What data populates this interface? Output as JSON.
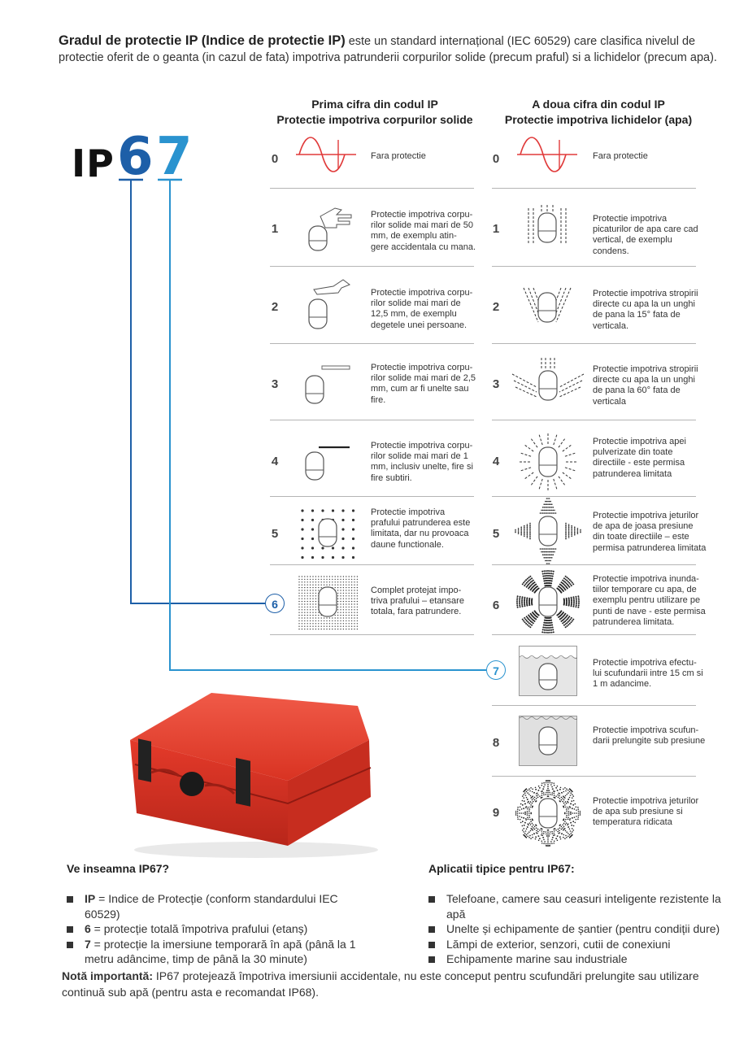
{
  "intro": {
    "bold": "Gradul de protectie IP (Indice de protectie IP)",
    "text": " este un standard internațional (IEC 60529) care clasifica nivelul de protectie oferit de o geanta (in cazul de fata) impotriva patrunderii corpurilor solide (precum praful) si a lichidelor (precum apa)."
  },
  "logo": {
    "prefix": "IP",
    "first_digit": "6",
    "second_digit": "7",
    "colors": {
      "first": "#1d5fa8",
      "second": "#2a93cf"
    }
  },
  "first_column": {
    "title1": "Prima cifra din codul IP",
    "title2": "Protectie impotriva corpurilor solide",
    "rows": [
      {
        "num": "0",
        "text": "Fara protectie"
      },
      {
        "num": "1",
        "text": "Protectie impotriva corpu- rilor solide mai mari de 50 mm, de exemplu atin- gere accidentala cu mana."
      },
      {
        "num": "2",
        "text": "Protectie impotriva corpu- rilor solide mai mari de 12,5 mm, de exemplu degetele unei persoane."
      },
      {
        "num": "3",
        "text": "Protectie impotriva corpu- rilor solide mai mari de 2,5 mm, cum ar fi unelte sau fire."
      },
      {
        "num": "4",
        "text": "Protectie impotriva corpu- rilor solide mai mari de 1 mm, inclusiv unelte, fire si fire subtiri."
      },
      {
        "num": "5",
        "text": "Protectie impotriva prafului patrunderea este limitata, dar nu provoaca daune functionale."
      },
      {
        "num": "6",
        "text": "Complet protejat impo- triva prafului – etansare totala, fara patrundere."
      }
    ]
  },
  "second_column": {
    "title1": "A doua cifra din codul IP",
    "title2": "Protectie impotriva lichidelor (apa)",
    "rows": [
      {
        "num": "0",
        "text": "Fara protectie"
      },
      {
        "num": "1",
        "text": "Protectie impotriva picaturilor de apa care cad vertical, de exemplu condens."
      },
      {
        "num": "2",
        "text": "Protectie impotriva stropirii directe cu apa la un unghi de pana la 15° fata de verticala."
      },
      {
        "num": "3",
        "text": "Protectie impotriva stropirii directe cu apa la un unghi de pana la 60° fata de verticala"
      },
      {
        "num": "4",
        "text": "Protectie impotriva apei pulverizate din toate directiile - este permisa patrunderea limitata"
      },
      {
        "num": "5",
        "text": "Protectie impotriva jeturilor de apa de joasa presiune din toate directiile – este permisa patrunderea limitata"
      },
      {
        "num": "6",
        "text": "Protectie impotriva inunda- tiilor temporare cu apa, de exemplu pentru utilizare pe punti de nave - este permisa patrunderea limitata."
      },
      {
        "num": "7",
        "text": "Protectie impotriva efectu- lui scufundarii intre 15 cm si 1 m adancime."
      },
      {
        "num": "8",
        "text": "Protectie impotriva scufun- darii prelungite sub presiune"
      },
      {
        "num": "9",
        "text": "Protectie impotriva jeturilor de apa sub presiune si temperatura ridicata"
      }
    ]
  },
  "meaning": {
    "title": "Ve inseamna IP67?",
    "items": [
      {
        "key": "IP",
        "text": " = Indice de Protecție (conform standardului IEC 60529)"
      },
      {
        "key": "6",
        "text": " = protecție totală împotriva prafului (etanș)"
      },
      {
        "key": "7",
        "text": " = protecție la imersiune temporară în apă (până la 1 metru adâncime, timp de până la 30 minute)"
      }
    ]
  },
  "applications": {
    "title": "Aplicatii tipice pentru IP67:",
    "items": [
      "Telefoane, camere sau ceasuri inteligente rezistente la apă",
      "Unelte și echipamente de șantier (pentru condiții dure)",
      "Lămpi de exterior, senzori, cutii de conexiuni",
      "Echipamente marine sau industriale"
    ]
  },
  "note": {
    "bold": "Notă importantă:",
    "text": " IP67 protejează împotriva imersiunii accidentale, nu este conceput pentru scufundări prelungite sau utilizare continuă sub apă (pentru asta e recomandat IP68)."
  },
  "colors": {
    "accent_blue": "#1d5fa8",
    "light_blue": "#2a93cf",
    "case_red": "#e8382b",
    "wave_red": "#e03a3a"
  }
}
